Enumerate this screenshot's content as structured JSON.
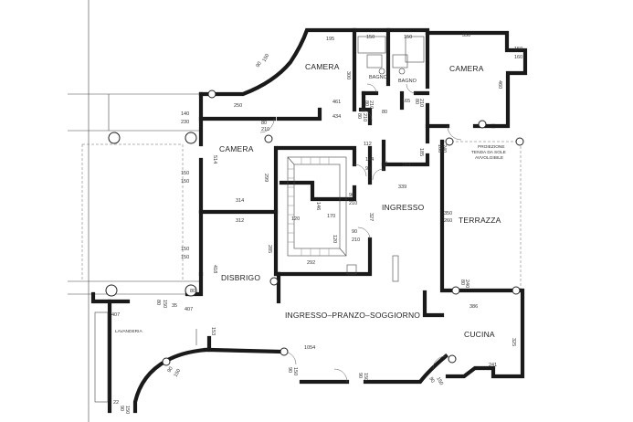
{
  "rooms": {
    "camera_top": "CAMERA",
    "camera_right": "CAMERA",
    "camera_left": "CAMERA",
    "bagno_1": "BAGNO",
    "bagno_2": "BAGNO",
    "ingresso": "INGRESSO",
    "terrazza": "TERRAZZA",
    "disbrigo": "DISBRIGO",
    "ingresso_pranzo_soggiorno": "INGRESSO–PRANZO–SOGGIORNO",
    "cucina": "CUCINA",
    "lavanderia": "LAVANDERIA"
  },
  "notes": {
    "proiezione_1": "PROIEZIONE",
    "proiezione_2": "TENDA DA SOLE",
    "proiezione_3": "AVVOLGIBILE"
  },
  "dimensions": [
    {
      "id": "d195",
      "t": "195"
    },
    {
      "id": "d150a",
      "t": "150"
    },
    {
      "id": "d150b",
      "t": "150"
    },
    {
      "id": "d350a",
      "t": "350"
    },
    {
      "id": "d150c",
      "t": "150"
    },
    {
      "id": "d160a",
      "t": "160"
    },
    {
      "id": "d300",
      "t": "300"
    },
    {
      "id": "d460",
      "t": "460"
    },
    {
      "id": "d90_150a",
      "t": "90"
    },
    {
      "id": "d90_150b",
      "t": "150"
    },
    {
      "id": "d140",
      "t": "140"
    },
    {
      "id": "d230",
      "t": "230"
    },
    {
      "id": "d250",
      "t": "250"
    },
    {
      "id": "d461",
      "t": "461"
    },
    {
      "id": "d434",
      "t": "434"
    },
    {
      "id": "d80a",
      "t": "80"
    },
    {
      "id": "d210a",
      "t": "210"
    },
    {
      "id": "d80b",
      "t": "80"
    },
    {
      "id": "d210b",
      "t": "210"
    },
    {
      "id": "d80c",
      "t": "80"
    },
    {
      "id": "d210c",
      "t": "210"
    },
    {
      "id": "d165",
      "t": "165"
    },
    {
      "id": "d80d",
      "t": "80"
    },
    {
      "id": "d210d",
      "t": "210"
    },
    {
      "id": "d80e",
      "t": "80"
    },
    {
      "id": "d112",
      "t": "112"
    },
    {
      "id": "d514",
      "t": "514"
    },
    {
      "id": "d185",
      "t": "185"
    },
    {
      "id": "d160b",
      "t": "160"
    },
    {
      "id": "d240a",
      "t": "240"
    },
    {
      "id": "d144",
      "t": "144"
    },
    {
      "id": "d90a",
      "t": "90"
    },
    {
      "id": "d75",
      "t": "75"
    },
    {
      "id": "d184",
      "t": "184"
    },
    {
      "id": "d339",
      "t": "339"
    },
    {
      "id": "d150d",
      "t": "150"
    },
    {
      "id": "d150e",
      "t": "150"
    },
    {
      "id": "d299",
      "t": "299"
    },
    {
      "id": "d314",
      "t": "314"
    },
    {
      "id": "d146",
      "t": "146"
    },
    {
      "id": "d90b",
      "t": "90"
    },
    {
      "id": "d210e",
      "t": "210"
    },
    {
      "id": "d170",
      "t": "170"
    },
    {
      "id": "d327",
      "t": "327"
    },
    {
      "id": "d350b",
      "t": "350"
    },
    {
      "id": "d260",
      "t": "260"
    },
    {
      "id": "d312",
      "t": "312"
    },
    {
      "id": "d120a",
      "t": "120"
    },
    {
      "id": "d120b",
      "t": "120"
    },
    {
      "id": "d90c",
      "t": "90"
    },
    {
      "id": "d210f",
      "t": "210"
    },
    {
      "id": "d150f",
      "t": "150"
    },
    {
      "id": "d150g",
      "t": "150"
    },
    {
      "id": "d285",
      "t": "285"
    },
    {
      "id": "d418",
      "t": "418"
    },
    {
      "id": "d292",
      "t": "292"
    },
    {
      "id": "d80f",
      "t": "80"
    },
    {
      "id": "d240b",
      "t": "240"
    },
    {
      "id": "d80g",
      "t": "80"
    },
    {
      "id": "d407",
      "t": "407"
    },
    {
      "id": "d80h",
      "t": "80"
    },
    {
      "id": "d150h",
      "t": "150"
    },
    {
      "id": "d35",
      "t": "35"
    },
    {
      "id": "d386",
      "t": "386"
    },
    {
      "id": "d407b",
      "t": "407"
    },
    {
      "id": "d153",
      "t": "153"
    },
    {
      "id": "d325",
      "t": "325"
    },
    {
      "id": "d1054",
      "t": "1054"
    },
    {
      "id": "d241",
      "t": "241"
    },
    {
      "id": "d90_150c",
      "t": "90"
    },
    {
      "id": "d90_150d",
      "t": "150"
    },
    {
      "id": "d90_150e",
      "t": "90"
    },
    {
      "id": "d90_150f",
      "t": "150"
    },
    {
      "id": "d90_150g",
      "t": "90"
    },
    {
      "id": "d90_150h",
      "t": "150"
    },
    {
      "id": "d90_150i",
      "t": "90"
    },
    {
      "id": "d90_150j",
      "t": "150"
    },
    {
      "id": "d22",
      "t": "22"
    },
    {
      "id": "d90_150k",
      "t": "90"
    },
    {
      "id": "d90_150l",
      "t": "150"
    }
  ]
}
